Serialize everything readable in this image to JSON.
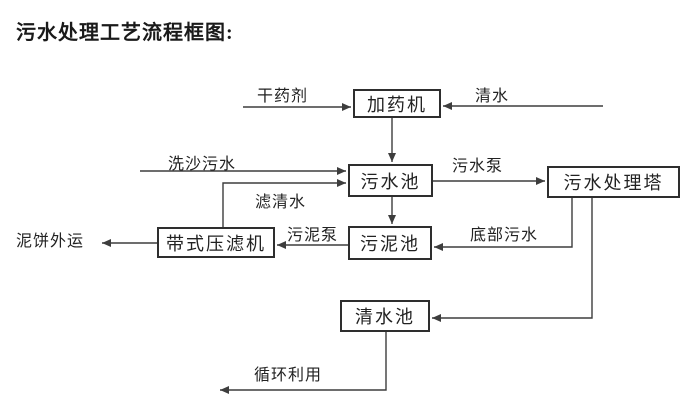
{
  "title": "污水处理工艺流程框图:",
  "nodes": {
    "dosing_machine": "加药机",
    "sewage_pool": "污水池",
    "treatment_tower": "污水处理塔",
    "sludge_pool": "污泥池",
    "belt_filter_press": "带式压滤机",
    "clean_water_pool": "清水池"
  },
  "labels": {
    "dry_agent": "干药剂",
    "clean_water": "清水",
    "sand_washing_sewage": "洗沙污水",
    "filtered_water": "滤清水",
    "sewage_pump": "污水泵",
    "sludge_pump": "污泥泵",
    "bottom_sewage": "底部污水",
    "mud_cake_out": "泥饼外运",
    "recycle_use": "循环利用"
  },
  "colors": {
    "line": "#3d3d3d",
    "box_border": "#2e2e2e",
    "text": "#222222",
    "background": "#ffffff"
  }
}
